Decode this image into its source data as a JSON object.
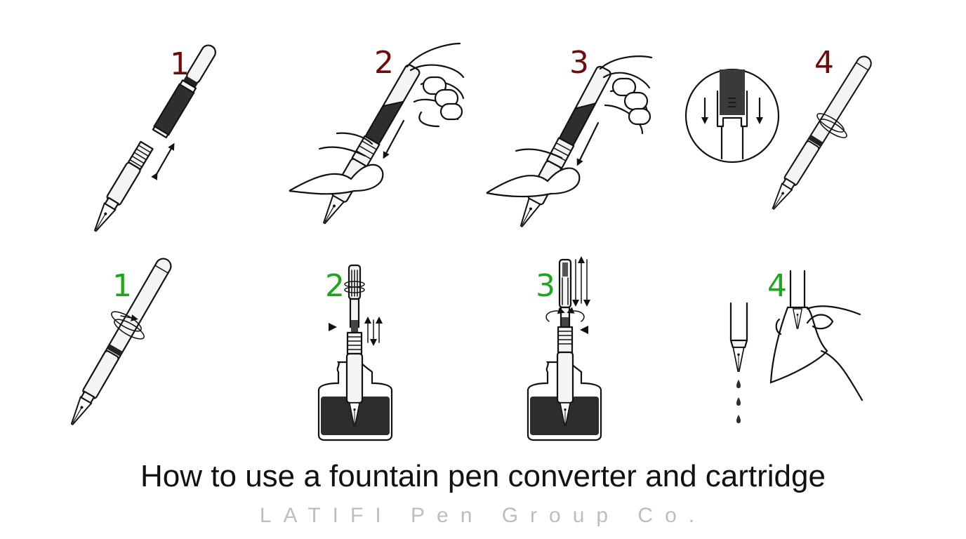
{
  "figure": {
    "title": "How to use a fountain pen converter and cartridge",
    "company": "LATIFI Pen Group Co."
  },
  "colors": {
    "cartridge_steps": "#6b0d0d",
    "converter_steps": "#1fa51f",
    "ink": "#2d2d2d",
    "line": "#111111"
  },
  "cartridge_steps": [
    {
      "number": "1",
      "icon": "pen-separated-icon"
    },
    {
      "number": "2",
      "icon": "hand-inserting-cartridge-icon"
    },
    {
      "number": "3",
      "icon": "hand-pushing-cartridge-icon"
    },
    {
      "number": "4",
      "icon": "cartridge-pierced-detail-icon"
    }
  ],
  "converter_steps": [
    {
      "number": "1",
      "icon": "pen-unscrew-icon"
    },
    {
      "number": "2",
      "icon": "converter-in-ink-bottle-icon"
    },
    {
      "number": "3",
      "icon": "converter-filling-icon"
    },
    {
      "number": "4",
      "icon": "wiping-nib-icon"
    }
  ]
}
